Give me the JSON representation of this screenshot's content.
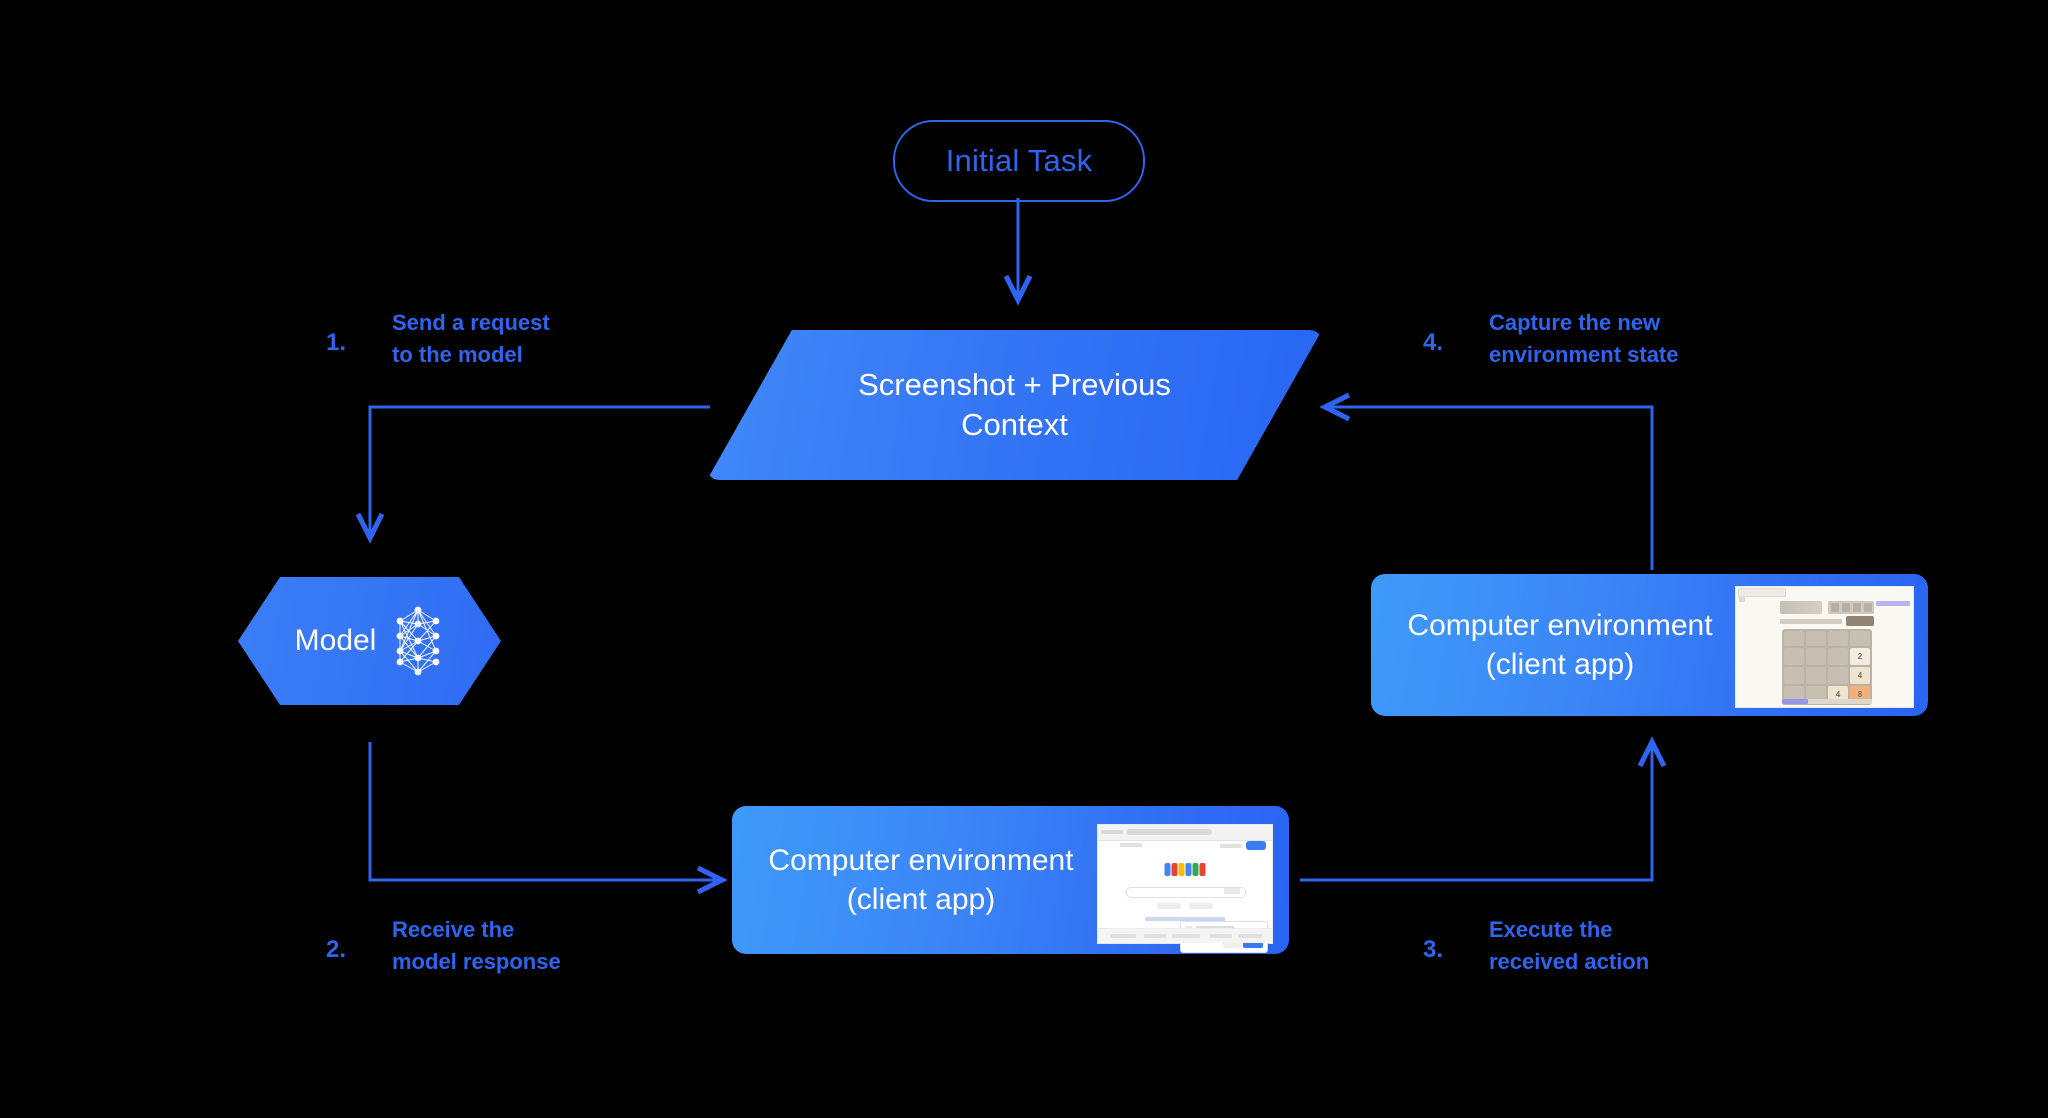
{
  "diagram": {
    "title_node": {
      "label": "Initial Task"
    },
    "context_node": {
      "label_line1": "Screenshot + Previous",
      "label_line2": "Context"
    },
    "model_node": {
      "label": "Model",
      "icon": "neural-network-icon"
    },
    "env_right": {
      "label_line1": "Computer environment",
      "label_line2": "(client app)",
      "thumbnail": "2048-game-screenshot"
    },
    "env_bottom": {
      "label_line1": "Computer environment",
      "label_line2": "(client app)",
      "thumbnail": "google-search-screenshot"
    },
    "steps": [
      {
        "number": "1.",
        "text": "Send a request\nto the model"
      },
      {
        "number": "2.",
        "text": "Receive the\nmodel response"
      },
      {
        "number": "3.",
        "text": "Execute the\nreceived action"
      },
      {
        "number": "4.",
        "text": "Capture the new\nenvironment state"
      }
    ],
    "colors": {
      "background": "#000000",
      "accent_blue": "#2f64f0",
      "node_gradient_start": "#3e9af9",
      "node_gradient_end": "#2563f2",
      "text_on_node": "#ffffff"
    }
  },
  "thumbnail_2048": {
    "site_title": "2048.org",
    "tiles": [
      [
        "",
        "",
        "",
        ""
      ],
      [
        "",
        "",
        "",
        "2"
      ],
      [
        "",
        "",
        "",
        "4"
      ],
      [
        "",
        "",
        "4",
        "8"
      ]
    ]
  }
}
